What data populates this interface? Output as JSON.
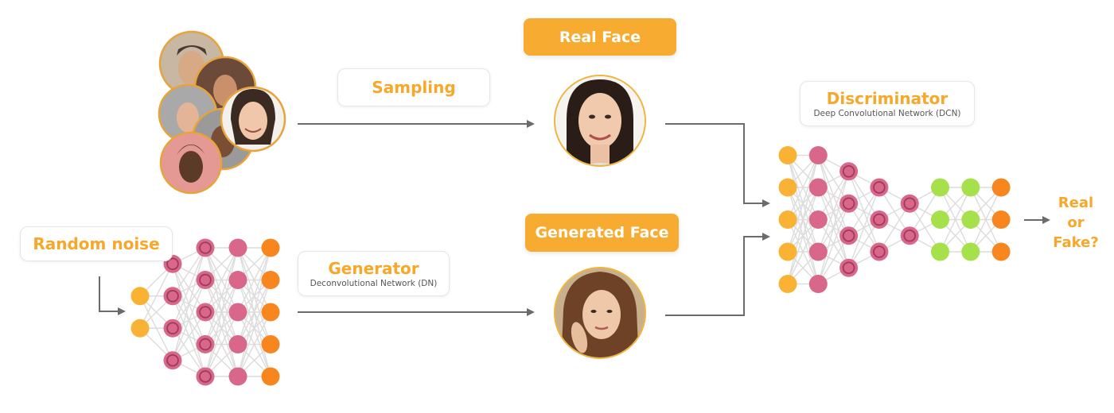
{
  "labels": {
    "sampling": "Sampling",
    "real_face": "Real Face",
    "generated_face": "Generated Face",
    "random_noise": "Random noise",
    "generator_title": "Generator",
    "generator_sub": "Deconvolutional Network (DN)",
    "discriminator_title": "Discriminator",
    "discriminator_sub": "Deep Convolutional Network (DCN)",
    "output_line1": "Real",
    "output_line2": "or",
    "output_line3": "Fake?"
  },
  "colors": {
    "accent": "#f7a72a",
    "pill": "#f7ac31",
    "input_node": "#f9b233",
    "hidden_node": "#d9678a",
    "output_node": "#f7861f",
    "disc_hidden_green": "#a6e04a",
    "arrow": "#6b6b6b",
    "edge": "#dcdcdc"
  },
  "generator_network": {
    "layers": [
      {
        "count": 2,
        "type": "input"
      },
      {
        "count": 4,
        "type": "hidden-ring"
      },
      {
        "count": 5,
        "type": "hidden-ring"
      },
      {
        "count": 5,
        "type": "hidden"
      },
      {
        "count": 5,
        "type": "output"
      }
    ]
  },
  "discriminator_network": {
    "layers": [
      {
        "count": 5,
        "type": "input"
      },
      {
        "count": 5,
        "type": "hidden"
      },
      {
        "count": 4,
        "type": "hidden-ring"
      },
      {
        "count": 3,
        "type": "hidden-ring"
      },
      {
        "count": 2,
        "type": "hidden-ring"
      },
      {
        "count": 3,
        "type": "green"
      },
      {
        "count": 3,
        "type": "green"
      },
      {
        "count": 3,
        "type": "output"
      }
    ]
  },
  "images": {
    "face_collage": "face-collage-photo",
    "real_face": "real-face-photo",
    "generated_face": "generated-face-photo"
  }
}
